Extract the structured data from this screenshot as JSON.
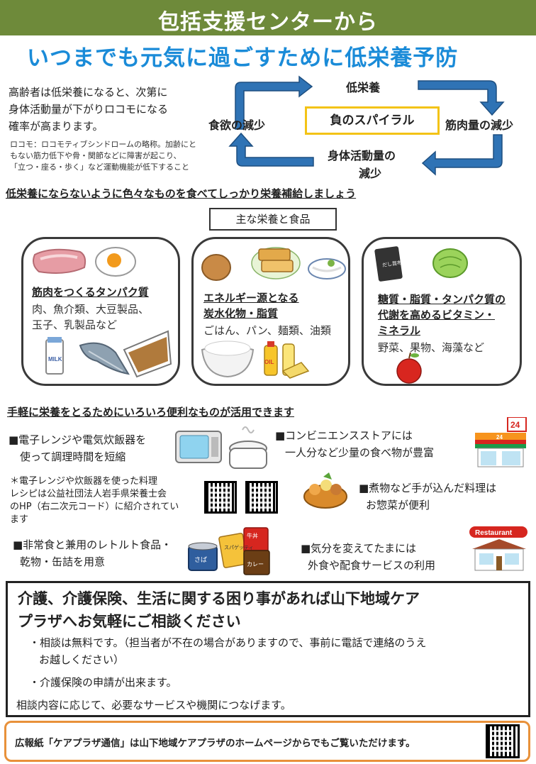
{
  "header": {
    "title": "包括支援センターから"
  },
  "main_title": "いつまでも元気に過ごすために低栄養予防",
  "intro": {
    "lines": [
      "高齢者は低栄養になると、次第に",
      "身体活動量が下がりロコモになる",
      "確率が高まります。"
    ],
    "note_lines": [
      "ロコモ：ロコモティブシンドロームの略称。加齢にと",
      "もない筋力低下や骨・関節などに障害が起こり、",
      "「立つ・座る・歩く」など運動機能が低下すること"
    ]
  },
  "spiral": {
    "center": "負のスパイラル",
    "top": "低栄養",
    "right": "筋肉量の減少",
    "bottom_line1": "身体活動量の",
    "bottom_line2": "減少",
    "left": "食欲の減少"
  },
  "section1": {
    "heading": "低栄養にならないように色々なものを食べてしっかり栄養補給しましょう"
  },
  "foods_box_title": "主な栄養と食品",
  "cards": [
    {
      "title_lines": [
        "筋肉をつくるタンパク質"
      ],
      "text_lines": [
        "肉、魚介類、大豆製品、",
        "玉子、乳製品など"
      ]
    },
    {
      "title_lines": [
        "エネルギー源となる",
        "炭水化物・脂質"
      ],
      "text_lines": [
        "ごはん、パン、麺類、油類"
      ]
    },
    {
      "title_lines": [
        "糖質・脂質・タンパク質の",
        "代謝を高めるビタミン・",
        "ミネラル"
      ],
      "text_lines": [
        "野菜、果物、海藻など"
      ]
    }
  ],
  "food_labels": {
    "milk": "MILK",
    "oil": "OIL",
    "dashi": "だし昆布"
  },
  "section2": {
    "heading": "手軽に栄養をとるためにいろいろ便利なものが活用できます"
  },
  "tips": {
    "microwave_line1": "■電子レンジや電気炊飯器を",
    "microwave_line2": "使って調理時間を短縮",
    "conbini_line1": "■コンビニエンスストアには",
    "conbini_line2": "一人分など少量の食べ物が豊富",
    "recipe_lines": [
      "＊電子レンジや炊飯器を使った料理",
      "レシピは公益社団法人岩手県栄養士会",
      "のHP（右二次元コード）に紹介されてい",
      "ます"
    ],
    "nimono_line1": "■煮物など手が込んだ料理は",
    "nimono_line2": "お惣菜が便利",
    "retort_line1": "■非常食と兼用のレトルト食品・",
    "retort_line2": "乾物・缶詰を用意",
    "gaishoku_line1": "■気分を変えてたまには",
    "gaishoku_line2": "外食や配食サービスの利用"
  },
  "store_sign": "24",
  "restaurant_sign": "Restaurant",
  "can_label": "さば",
  "pack_labels": {
    "curry": "カレー",
    "spaghetti": "スパゲッティ",
    "beef": "牛丼"
  },
  "consult": {
    "heading_line1": "介護、介護保険、生活に関する困り事があれば山下地域ケア",
    "heading_line2": "プラザへお気軽にご相談ください",
    "item1_line1": "・相談は無料です。（担当者が不在の場合がありますので、事前に電話で連絡のうえ",
    "item1_line2": "お越しください）",
    "item2": "・介護保険の申請が出来ます。",
    "closing": "相談内容に応じて、必要なサービスや機関につなげます。"
  },
  "footer": {
    "text": "広報紙「ケアプラザ通信」は山下地域ケアプラザのホームページからでもご覧いただけます。"
  },
  "colors": {
    "header_green": "#6e8a3a",
    "title_blue": "#1a8bd8",
    "arrow_blue": "#2f73b5",
    "spiral_yellow": "#f3c316",
    "footer_orange": "#e8913a"
  }
}
